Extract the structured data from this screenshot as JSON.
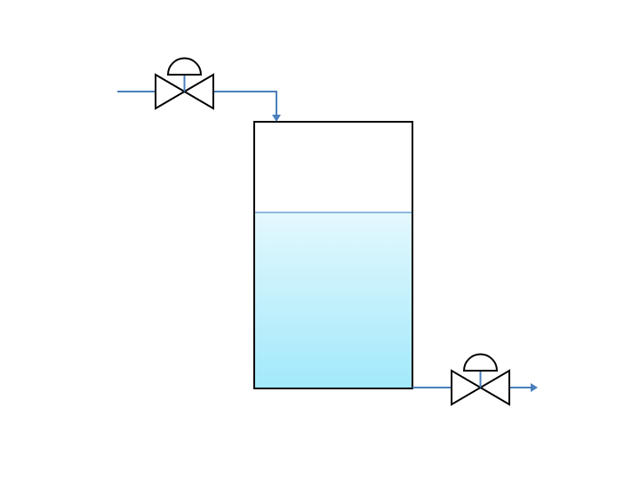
{
  "diagram": {
    "type": "process-flow",
    "tank": {
      "fill_fraction": 0.66
    },
    "inlet_valve": {
      "type": "control-valve",
      "actuator": "diaphragm"
    },
    "outlet_valve": {
      "type": "control-valve",
      "actuator": "diaphragm"
    },
    "colors": {
      "pipe": "#4a7ebb",
      "outline": "#000000",
      "liquid_top": "#e4f8fd",
      "liquid_bottom": "#a2e9fc",
      "liquid_surface": "#6aa2d8",
      "background": "#ffffff"
    }
  }
}
